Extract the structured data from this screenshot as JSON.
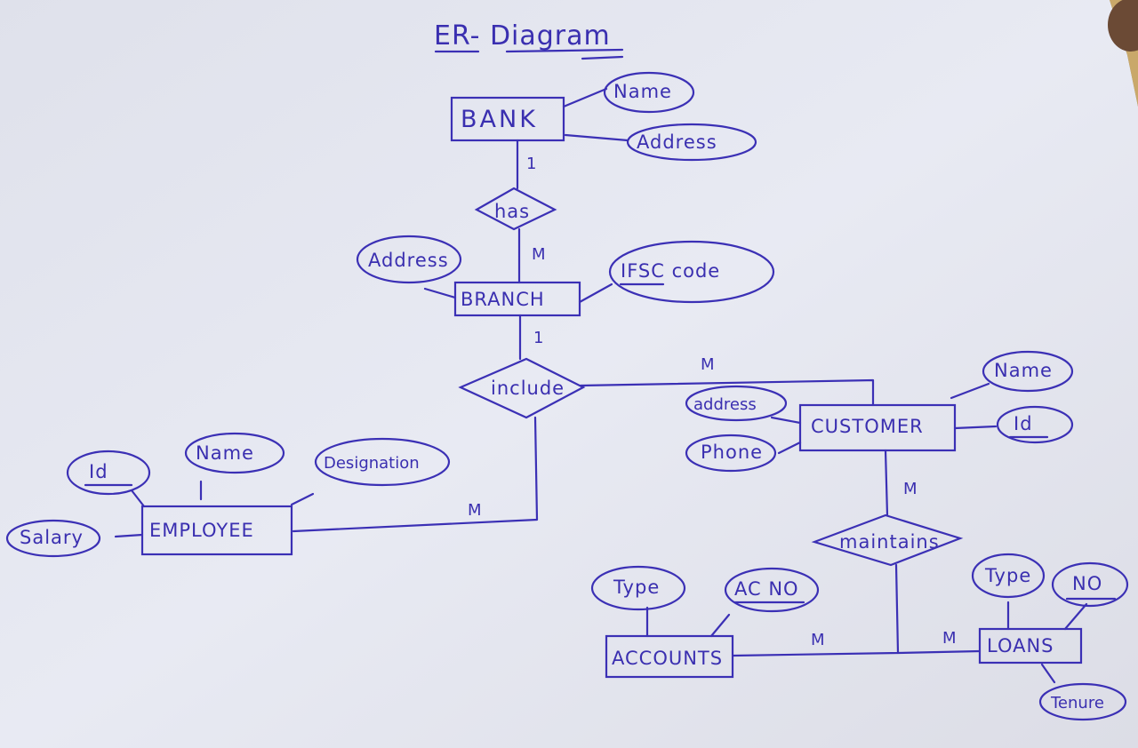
{
  "title": "ER- Diagram",
  "entities": {
    "bank": "BANK",
    "branch": "BRANCH",
    "customer": "CUSTOMER",
    "employee": "EMPLOYEE",
    "accounts": "ACCOUNTS",
    "loans": "LOANS"
  },
  "relationships": {
    "has": "has",
    "include": "include",
    "maintains": "maintains"
  },
  "attributes": {
    "bank_name": "Name",
    "bank_address": "Address",
    "branch_address": "Address",
    "branch_ifsc": "IFSC code",
    "customer_name": "Name",
    "customer_address": "address",
    "customer_id": "Id",
    "customer_phone": "Phone",
    "employee_id": "Id",
    "employee_name": "Name",
    "employee_designation": "Designation",
    "employee_salary": "Salary",
    "accounts_type": "Type",
    "accounts_acno": "AC NO",
    "loans_type": "Type",
    "loans_no": "NO",
    "loans_tenure": "Tenure"
  },
  "cardinalities": {
    "bank_has": "1",
    "has_branch": "M",
    "branch_include": "1",
    "include_customer": "M",
    "include_employee": "M",
    "customer_maintains": "M",
    "maintains_accounts": "M",
    "maintains_loans": "M"
  },
  "colors": {
    "ink": "#3b30b5",
    "paper": "#e4e6f0"
  }
}
